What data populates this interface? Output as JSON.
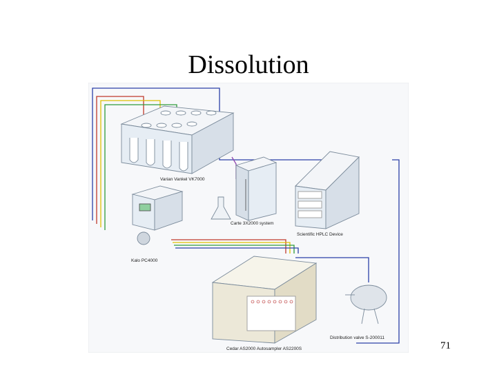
{
  "slide": {
    "title": "Dissolution",
    "page_number": "71"
  },
  "diagram": {
    "labels": {
      "dissolution_tester": "Varian Vankel VK7000",
      "pump": "Kalo PC4000",
      "flask": "Carte 3X2000 system",
      "hplc": "Scientific HPLC Device",
      "autosampler": "Cedar AS2000 Autosampler AS2200S",
      "distribution_valve": "Distribution valve S-200011"
    },
    "colors": {
      "line_blue": "#2b3fa8",
      "line_red": "#c0392b",
      "line_yellow": "#e0c000",
      "line_green": "#2e9a3a",
      "line_purple": "#8e44ad",
      "equipment_body": "#e6edf4",
      "equipment_outline": "#7a8a9a"
    }
  }
}
